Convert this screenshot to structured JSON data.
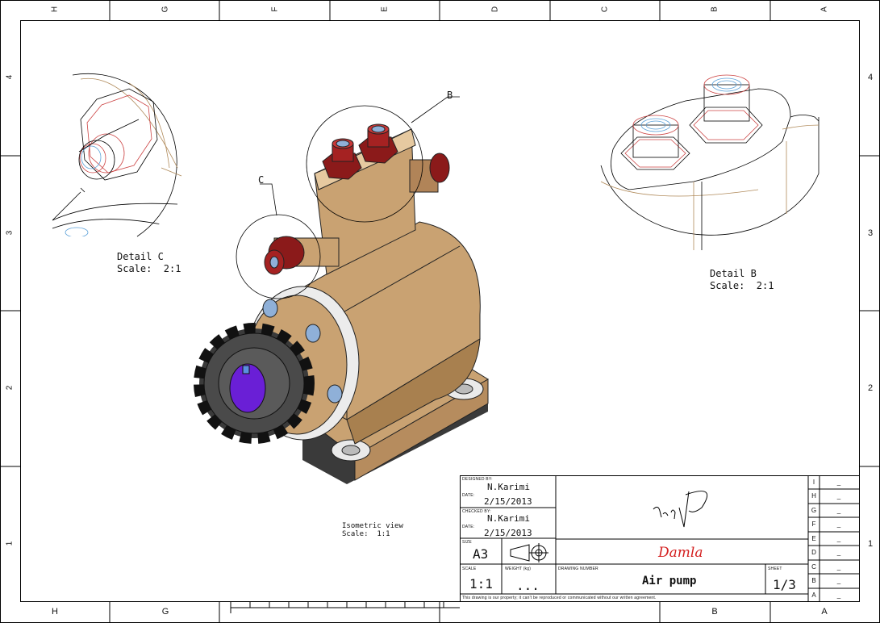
{
  "frame": {
    "top_letters": [
      "H",
      "G",
      "F",
      "E",
      "D",
      "C",
      "B",
      "A"
    ],
    "bottom_letters": [
      "H",
      "G",
      "B",
      "A"
    ],
    "side_numbers": [
      "4",
      "3",
      "2",
      "1"
    ]
  },
  "details": {
    "c_label": "C",
    "b_label": "B",
    "c_caption_title": "Detail C",
    "c_caption_scale": "Scale:  2:1",
    "b_caption_title": "Detail B",
    "b_caption_scale": "Scale:  2:1"
  },
  "main_view": {
    "caption_title": "Isometric view",
    "caption_scale": "Scale:  1:1"
  },
  "title_block": {
    "designed_by_label": "DESIGNED BY:",
    "designed_by": "N.Karimi",
    "date_label": "DATE:",
    "designed_date": "2/15/2013",
    "checked_by_label": "CHECKED BY:",
    "checked_by": "N.Karimi",
    "checked_date": "2/15/2013",
    "size_label": "SIZE",
    "size": "A3",
    "scale_label": "SCALE",
    "scale": "1:1",
    "weight_label": "WEIGHT (kg)",
    "weight": "...",
    "drawing_number_label": "DRAWING NUMBER",
    "drawing_title": "Air pump",
    "sheet_label": "SHEET",
    "sheet": "1/3",
    "company": "Damla",
    "disclaimer": "This drawing is our property; it can't be reproduced or communicated without our written agreement.",
    "revisions": [
      {
        "letter": "I",
        "value": "_"
      },
      {
        "letter": "H",
        "value": "_"
      },
      {
        "letter": "G",
        "value": "_"
      },
      {
        "letter": "F",
        "value": "_"
      },
      {
        "letter": "E",
        "value": "_"
      },
      {
        "letter": "D",
        "value": "_"
      },
      {
        "letter": "C",
        "value": "_"
      },
      {
        "letter": "B",
        "value": "_"
      },
      {
        "letter": "A",
        "value": "_"
      }
    ]
  },
  "colors": {
    "body": "#c9a272",
    "body_dark": "#8a6a45",
    "fitting_red": "#8b1a1a",
    "gear": "#3a3a3a",
    "shaft_purple": "#6a1fd6",
    "signature_red": "#d42020"
  }
}
